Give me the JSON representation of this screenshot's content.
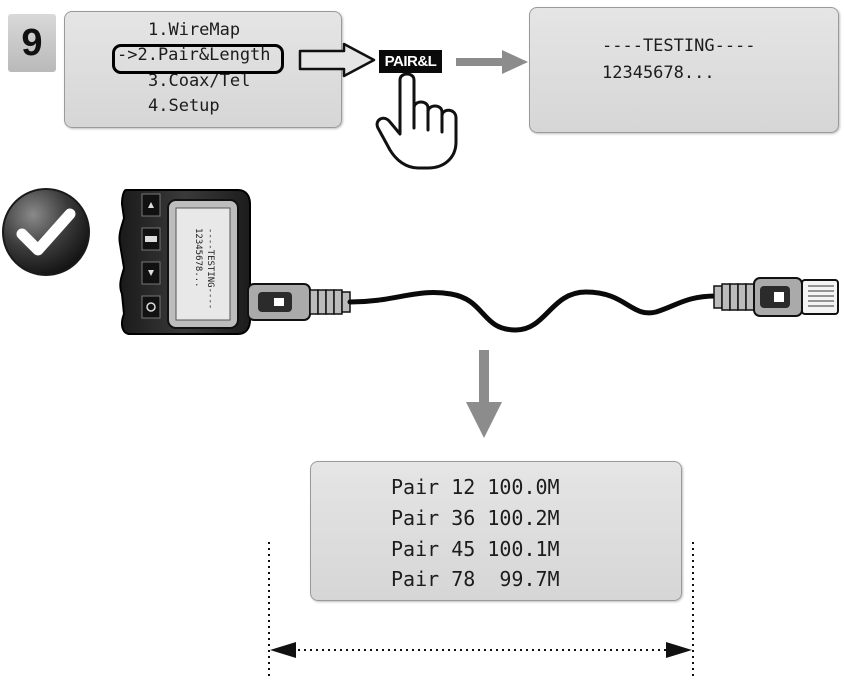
{
  "step": {
    "number": "9"
  },
  "menu_screen": {
    "items": [
      "1.WireMap",
      "->2.Pair&Length",
      "3.Coax/Tel",
      "4.Setup"
    ],
    "selected_index": 1
  },
  "key": {
    "label": "PAIR&L"
  },
  "testing_screen": {
    "lines": [
      "----TESTING----",
      "12345678..."
    ]
  },
  "device_screen": {
    "lines": [
      "----TESTING----",
      "12345678..."
    ]
  },
  "results_screen": {
    "rows": [
      "Pair 12 100.0M",
      "Pair 36 100.2M",
      "Pair 45 100.1M",
      "Pair 78  99.7M"
    ]
  },
  "colors": {
    "lcd_background": "#dcdcdc",
    "arrow_gray": "#8c8c8c",
    "check_badge": "#3a3a3a",
    "tester_body": "#2a2a2a"
  },
  "icons": [
    "checkmark-icon",
    "pointing-hand-icon",
    "arrow-right-icon",
    "arrow-down-icon",
    "double-arrow-icon"
  ]
}
